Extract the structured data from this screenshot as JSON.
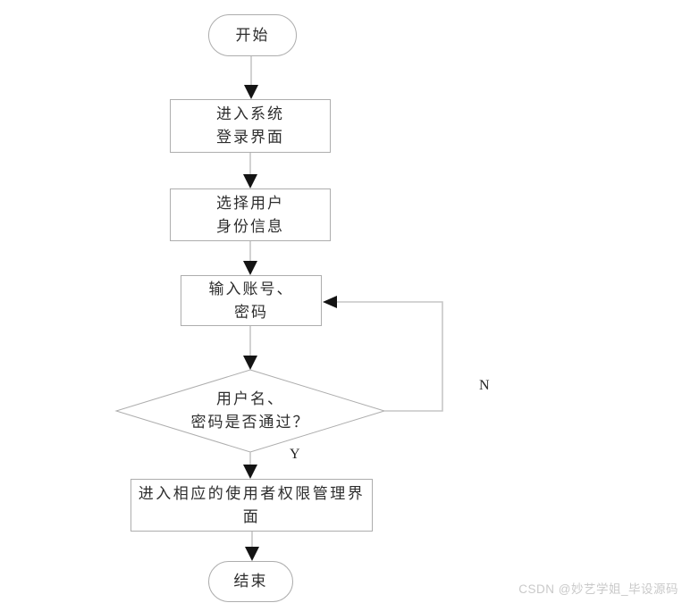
{
  "flowchart": {
    "description": "login flow diagram",
    "nodes": {
      "start": {
        "type": "terminator",
        "label": "开始"
      },
      "enter_login": {
        "type": "process",
        "lines": [
          "进入系统",
          "登录界面"
        ]
      },
      "select_identity": {
        "type": "process",
        "lines": [
          "选择用户",
          "身份信息"
        ]
      },
      "input_account": {
        "type": "process",
        "lines": [
          "输入账号、",
          "密码"
        ]
      },
      "check_credentials": {
        "type": "decision",
        "lines": [
          "用户名、",
          "密码是否通过？"
        ]
      },
      "enter_permission_ui": {
        "type": "process",
        "label": "进入相应的使用者权限管理界面"
      },
      "end": {
        "type": "terminator",
        "label": "结束"
      }
    },
    "edge_labels": {
      "yes": "Y",
      "no": "N"
    },
    "colors": {
      "background": "#ffffff",
      "shape_border": "#adadad",
      "connector": "#c6c6c6",
      "arrowhead": "#141414",
      "text": "#2e2e2e",
      "watermark": "#c9c9c9"
    }
  },
  "watermark": {
    "text": "CSDN @妙艺学姐_毕设源码"
  }
}
